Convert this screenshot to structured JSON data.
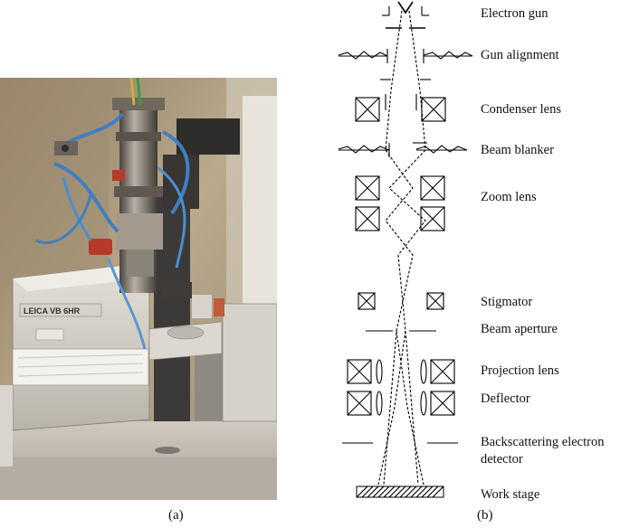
{
  "captions": {
    "left": "(a)",
    "right": "(b)"
  },
  "photo": {
    "model_text": "LEICA VB 6HR"
  },
  "labels": [
    "Electron gun",
    "Gun alignment",
    "Condenser lens",
    "Beam blanker",
    "Zoom lens",
    "Stigmator",
    "Beam aperture",
    "Projection lens",
    "Deflector",
    "Backscattering electron",
    "detector",
    "Work stage"
  ]
}
